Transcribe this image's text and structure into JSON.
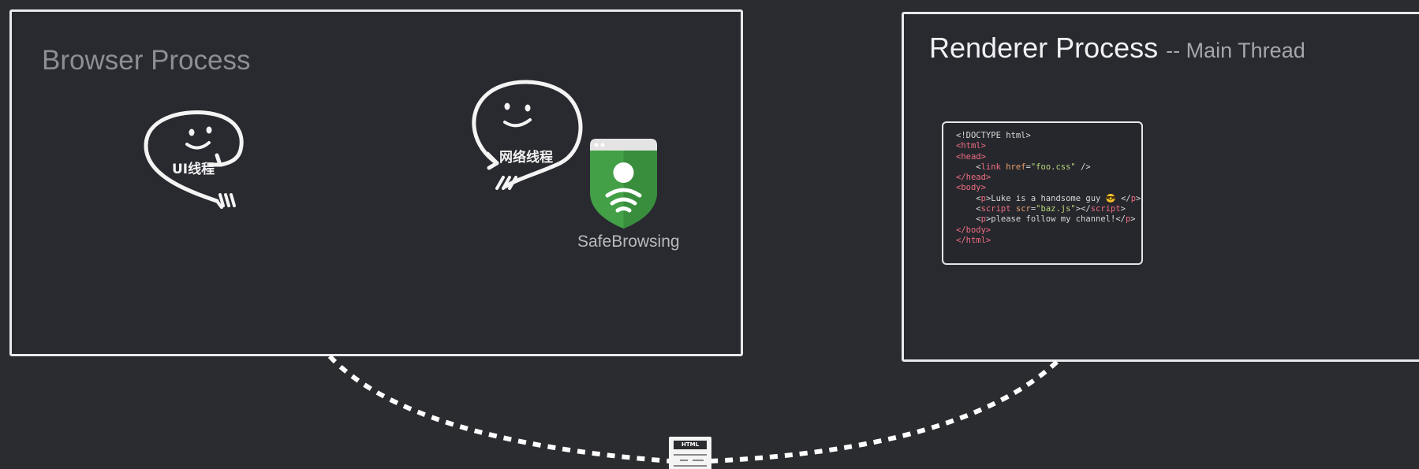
{
  "browser_process": {
    "title": "Browser Process",
    "ui_thread_label": "UI线程",
    "network_thread_label": "网络线程",
    "safebrowsing_label": "SafeBrowsing"
  },
  "renderer_process": {
    "title": "Renderer Process",
    "subtitle": "-- Main Thread",
    "code": {
      "doctype": "<!DOCTYPE html>",
      "html_open": "<html>",
      "head_open": "<head>",
      "link_tag_name": "link",
      "link_attr": "href",
      "link_value": "\"foo.css\"",
      "head_close": "</head>",
      "body_open": "<body>",
      "p1_text": "Luke is a handsome guy 😎 ",
      "script_attr": "scr",
      "script_value": "\"baz.js\"",
      "p2_text": "please follow my channel!",
      "body_close": "</body>",
      "html_close": "</html>"
    }
  },
  "html_document_icon": {
    "label": "HTML",
    "icon": "html-document-icon"
  },
  "colors": {
    "background": "#2b2c30",
    "panel_border": "#e9e9ec",
    "shield_green": "#43a047",
    "tag_pink": "#ee6e83",
    "string_green": "#b8d77b"
  }
}
